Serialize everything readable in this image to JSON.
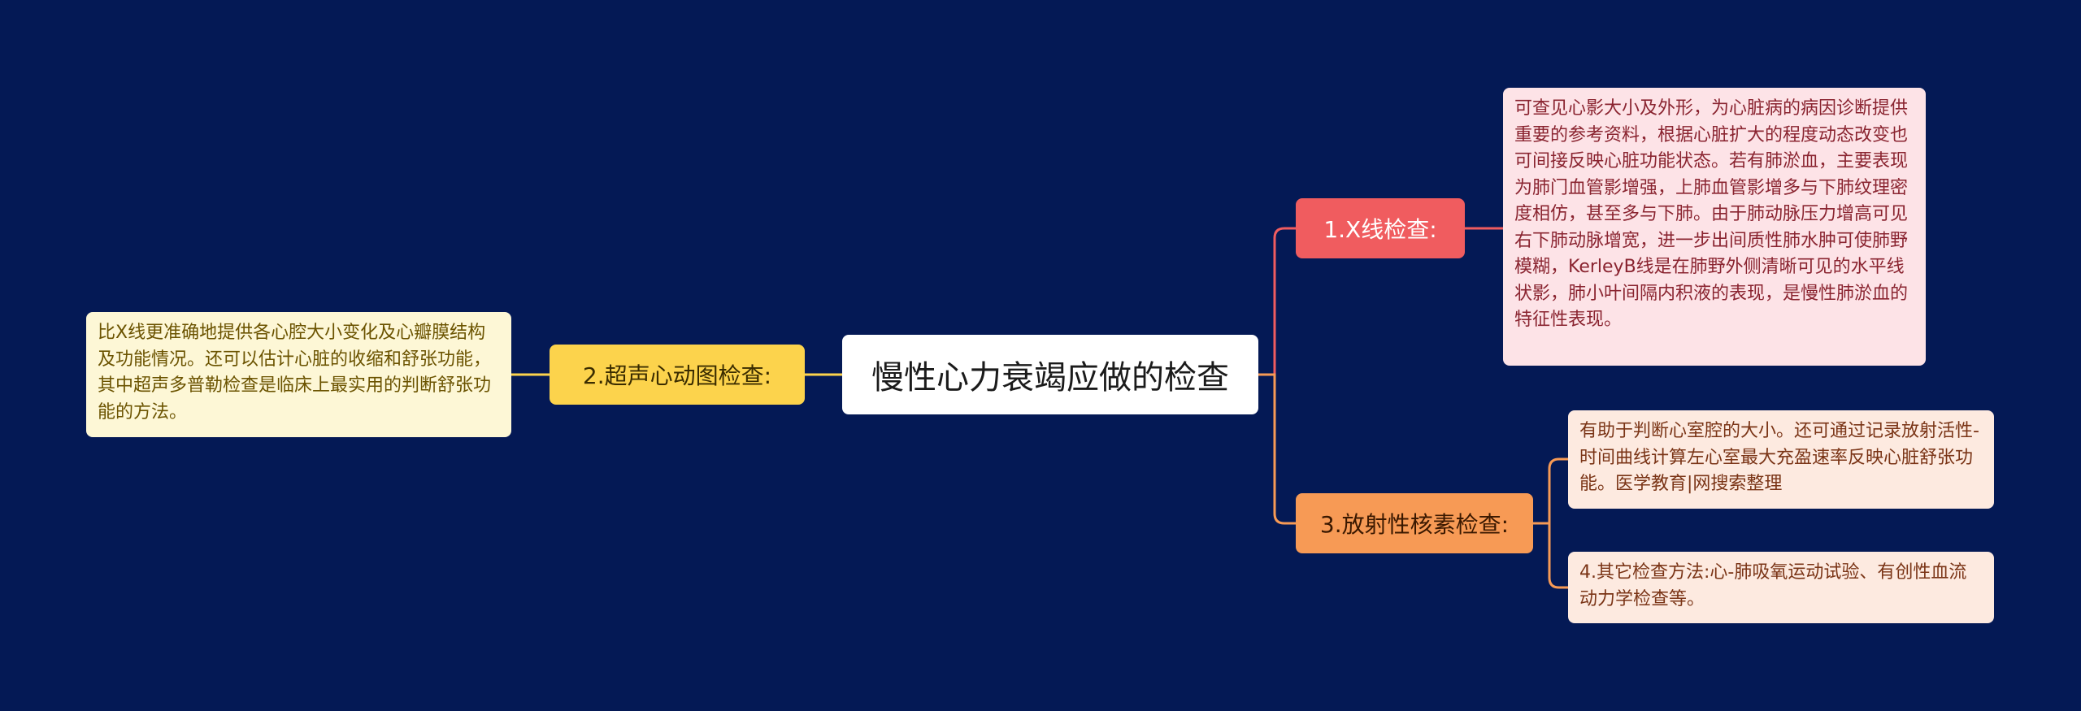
{
  "root": {
    "title": "慢性心力衰竭应做的检查"
  },
  "branches": {
    "xray": {
      "label": "1.X线检查:",
      "detail": "可查见心影大小及外形，为心脏病的病因诊断提供重要的参考资料，根据心脏扩大的程度动态改变也可间接反映心脏功能状态。若有肺淤血，主要表现为肺门血管影增强，上肺血管影增多与下肺纹理密度相仿，甚至多与下肺。由于肺动脉压力增高可见右下肺动脉增宽，进一步出间质性肺水肿可使肺野模糊，KerleyB线是在肺野外侧清晰可见的水平线状影，肺小叶间隔内积液的表现，是慢性肺淤血的特征性表现。"
    },
    "echo": {
      "label": "2.超声心动图检查:",
      "detail": "比X线更准确地提供各心腔大小变化及心瓣膜结构及功能情况。还可以估计心脏的收缩和舒张功能，其中超声多普勒检查是临床上最实用的判断舒张功能的方法。"
    },
    "nuclear": {
      "label": "3.放射性核素检查:",
      "detail": "有助于判断心室腔的大小。还可通过记录放射活性-时间曲线计算左心室最大充盈速率反映心脏舒张功能。医学教育|网搜索整理",
      "extra": "4.其它检查方法:心-肺吸氧运动试验、有创性血流动力学检查等。"
    }
  },
  "colors": {
    "background": "#041955",
    "xray": "#f05c5f",
    "echo": "#fcd34c",
    "nuclear": "#f79a55"
  }
}
